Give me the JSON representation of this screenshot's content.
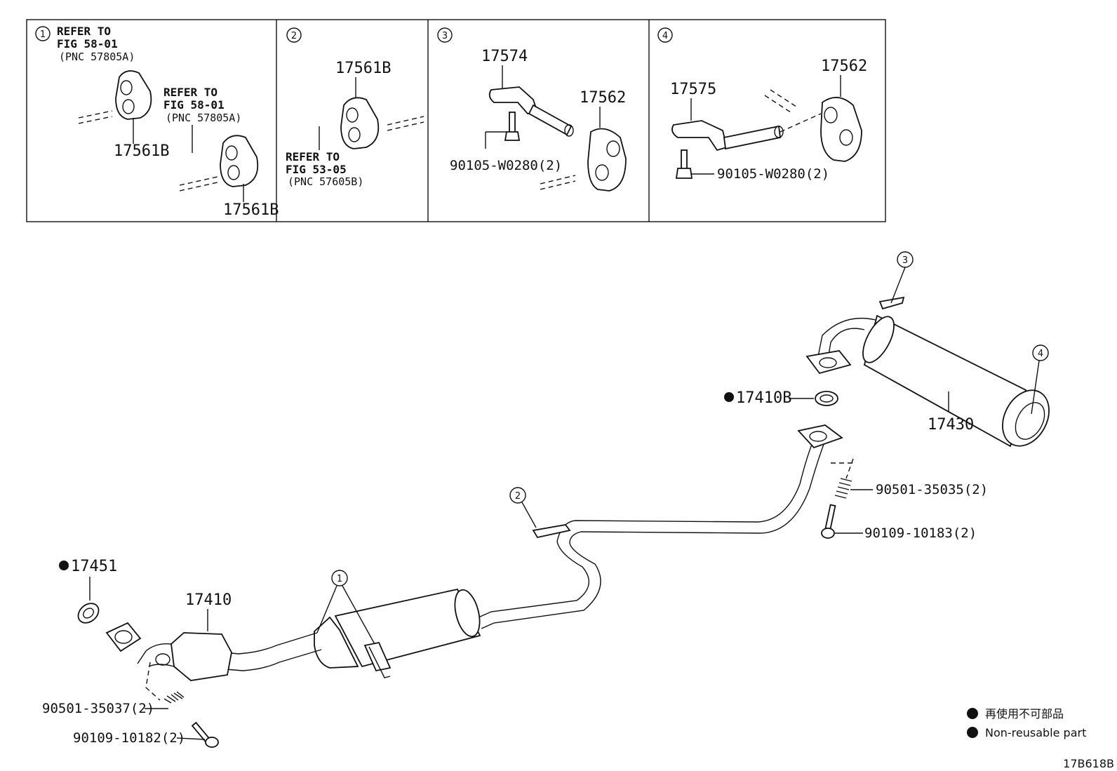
{
  "insets": {
    "inset1": {
      "num": "1",
      "ref_a": [
        "REFER TO",
        "FIG 58-01",
        "(PNC 57805A)"
      ],
      "ref_b": [
        "REFER TO",
        "FIG 58-01",
        "(PNC 57805A)"
      ],
      "part_a": "17561B",
      "part_b": "17561B"
    },
    "inset2": {
      "num": "2",
      "part": "17561B",
      "ref": [
        "REFER TO",
        "FIG 53-05",
        "(PNC 57605B)"
      ]
    },
    "inset3": {
      "num": "3",
      "bracket": "17574",
      "hanger": "17562",
      "bolt": "90105-W0280(2)"
    },
    "inset4": {
      "num": "4",
      "bracket": "17575",
      "hanger": "17562",
      "bolt": "90105-W0280(2)"
    }
  },
  "main": {
    "callouts": {
      "c1": "1",
      "c2": "2",
      "c3": "3",
      "c4": "4"
    },
    "parts": {
      "gasket_rear": "17410B",
      "muffler": "17430",
      "spring_rear": "90501-35035(2)",
      "bolt_rear": "90109-10183(2)",
      "gasket_front": "17451",
      "front_pipe": "17410",
      "spring_front": "90501-35037(2)",
      "bolt_front": "90109-10182(2)"
    }
  },
  "legend": {
    "jp": "再使用不可部品",
    "en": "Non-reusable part"
  },
  "figure_id": "17B618B"
}
